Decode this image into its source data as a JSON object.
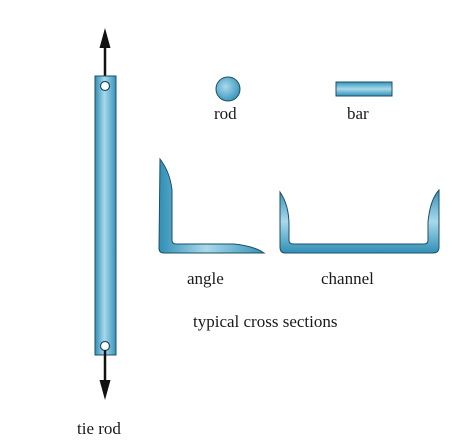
{
  "labels": {
    "tie_rod": "tie rod",
    "rod": "rod",
    "bar": "bar",
    "angle": "angle",
    "channel": "channel",
    "caption": "typical cross sections"
  },
  "colors": {
    "steel_light": "#a9d9ec",
    "steel_mid": "#5fb6d6",
    "steel_dark": "#2f8fb6",
    "outline": "#1d4f66",
    "arrow": "#111111"
  }
}
